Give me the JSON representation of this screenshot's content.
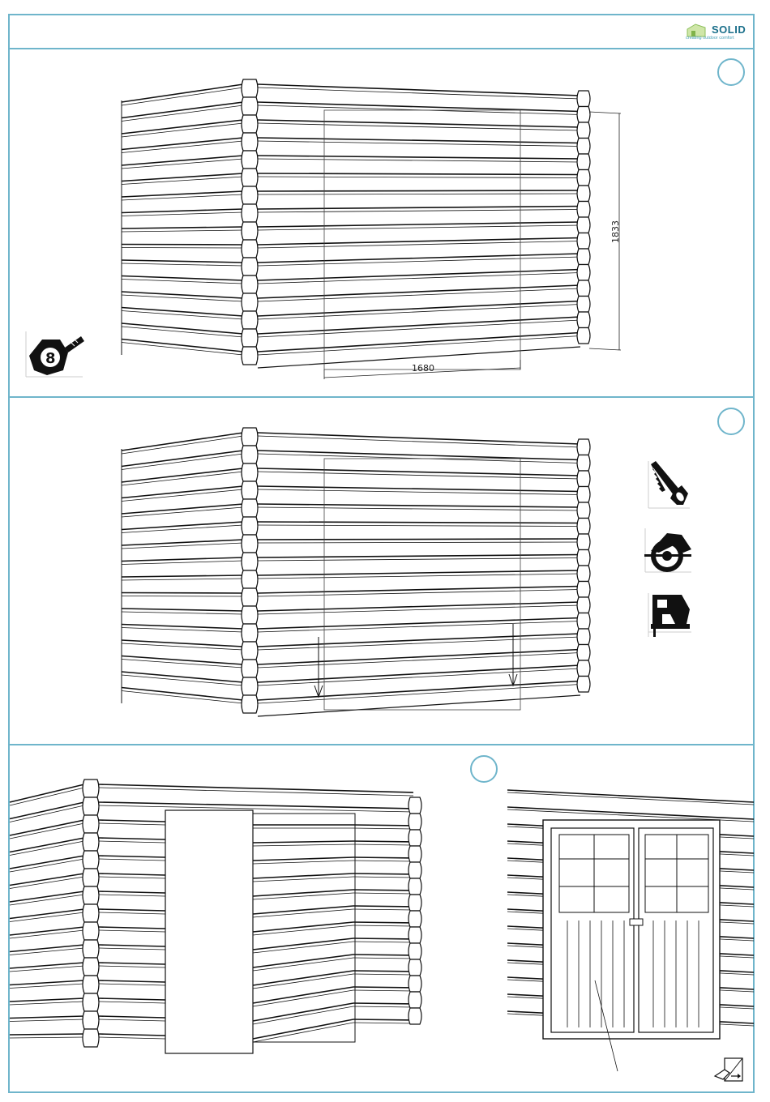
{
  "logo": {
    "brand": "SOLID",
    "tagline": "creating outdoor comfort",
    "accent": "#6fb5cb",
    "brand_color": "#1a6f8a"
  },
  "steps": [
    {
      "circle_label": "",
      "tool_icons": [
        "measuring-tape-icon"
      ]
    },
    {
      "circle_label": "",
      "tool_icons": [
        "hand-saw-icon",
        "circular-saw-icon",
        "jigsaw-icon"
      ]
    },
    {
      "circle_label": "",
      "tool_icons": [
        "instruction-note-icon"
      ]
    }
  ],
  "dimensions": {
    "height": "1833",
    "width": "1680"
  }
}
